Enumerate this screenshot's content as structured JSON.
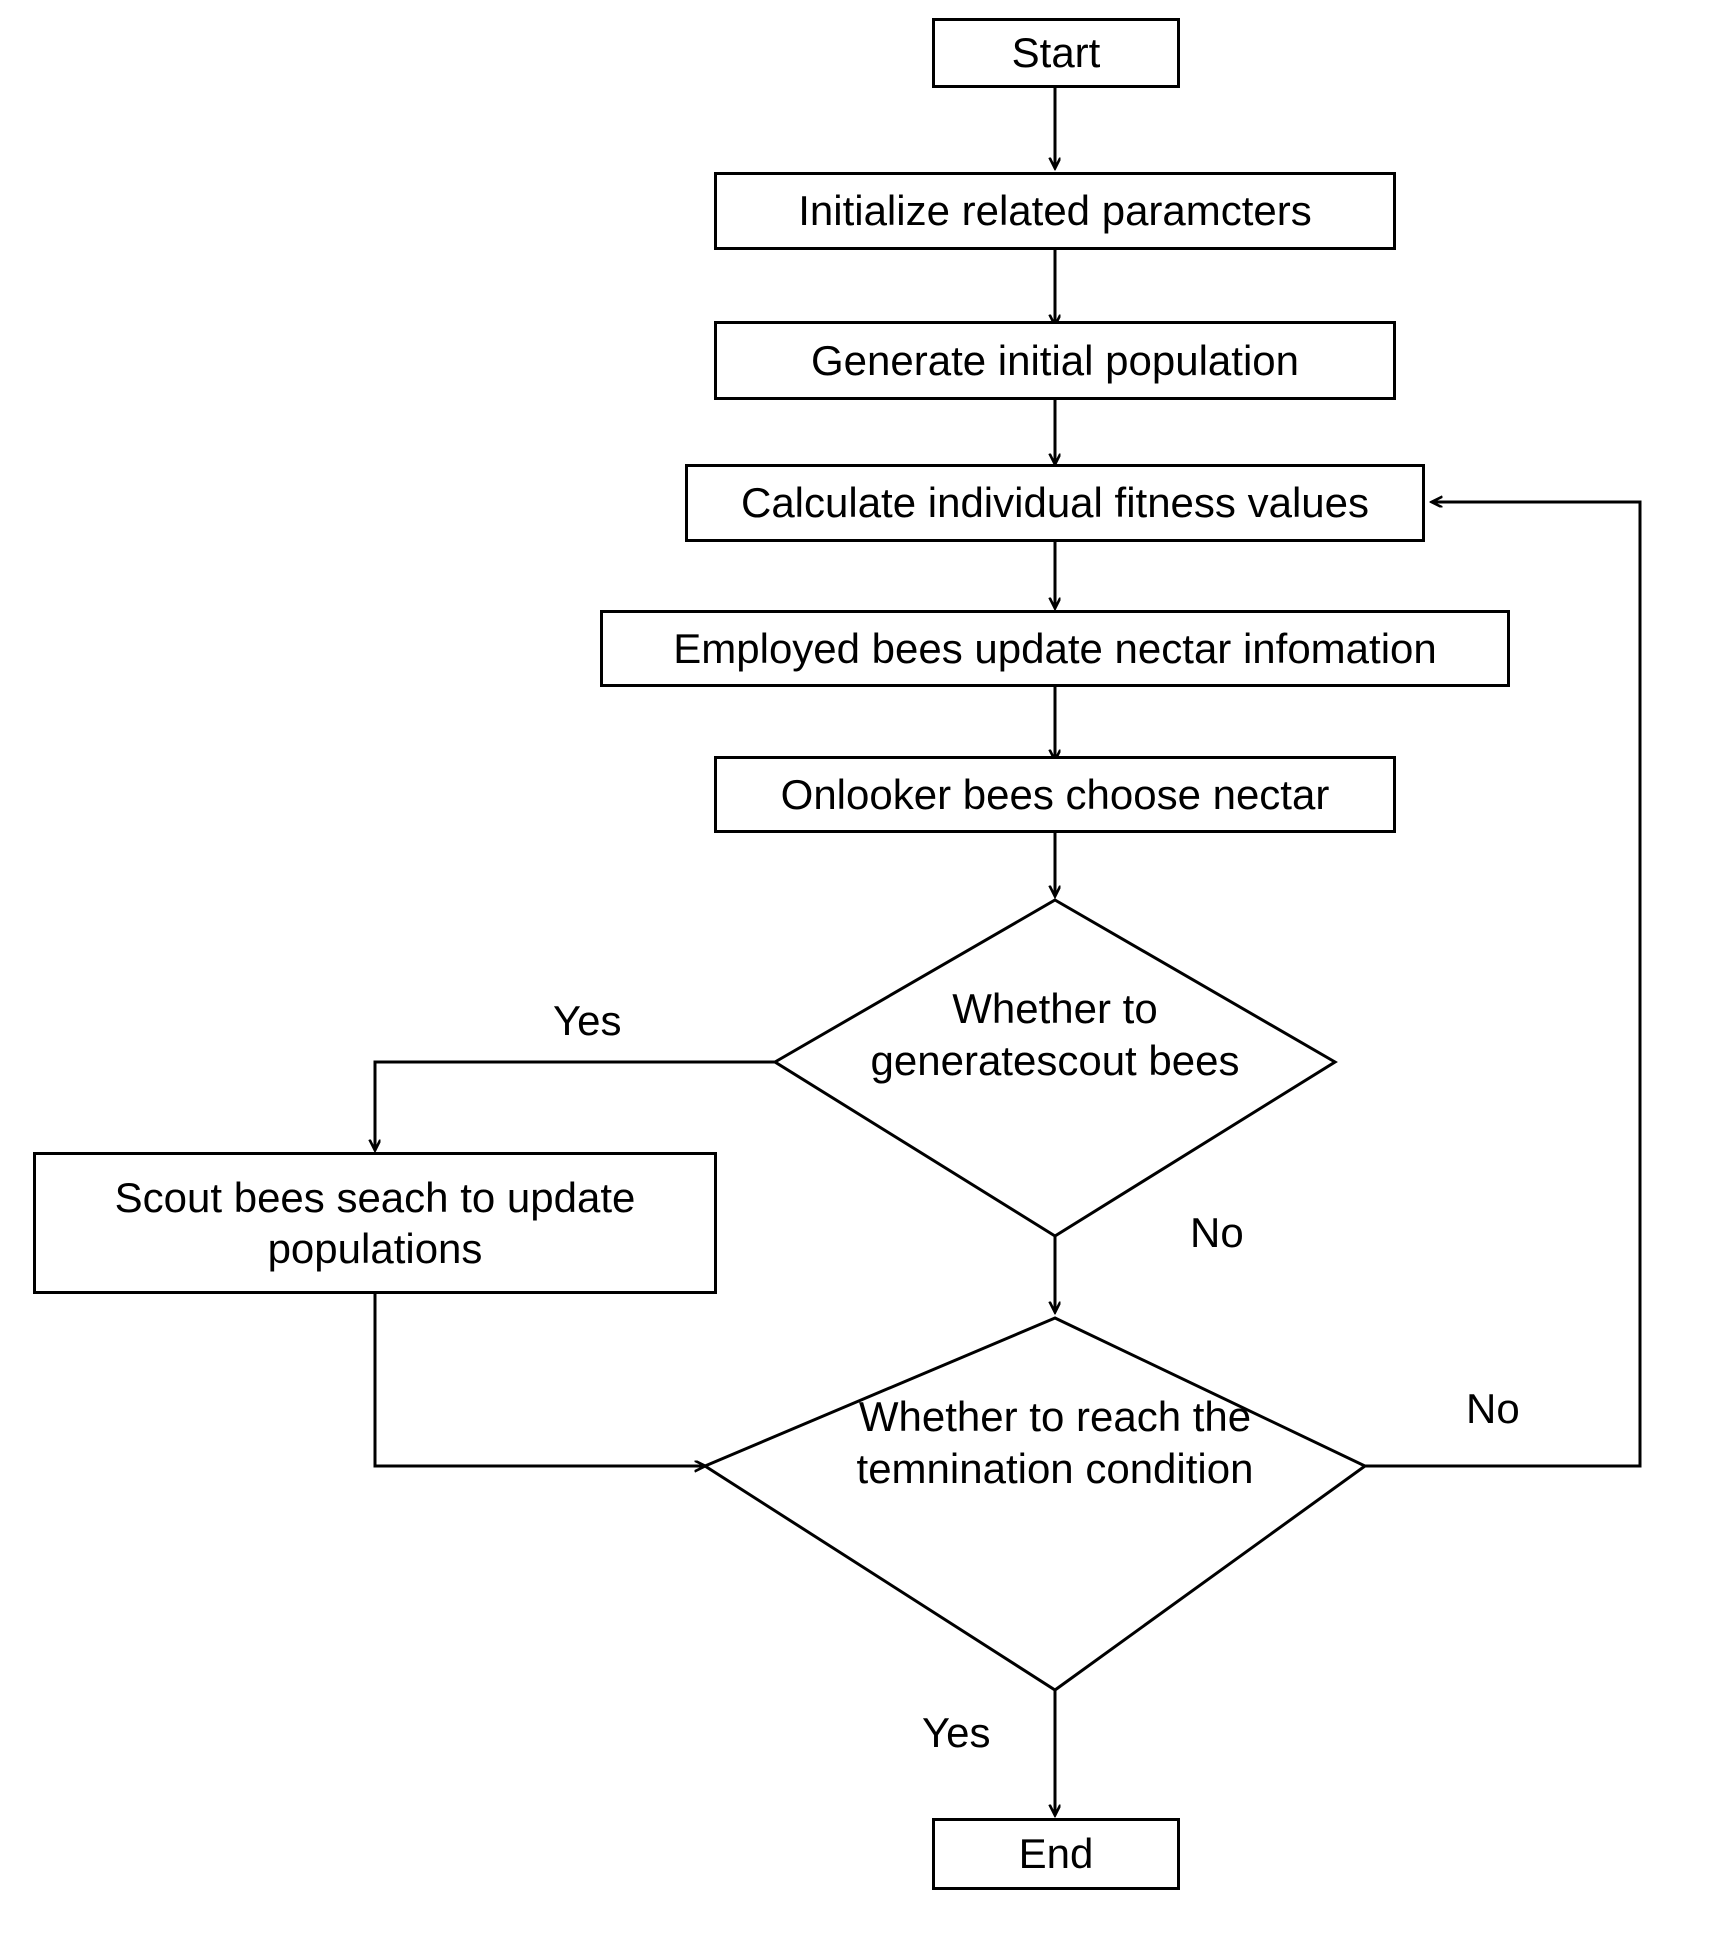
{
  "diagram": {
    "type": "flowchart",
    "title": "Artificial Bee Colony algorithm flowchart",
    "background_color": "#ffffff",
    "line_color": "#000000",
    "text_color": "#000000",
    "nodes": [
      {
        "id": "start",
        "shape": "rectangle",
        "label": "Start"
      },
      {
        "id": "init",
        "shape": "rectangle",
        "label": "Initialize related paramcters"
      },
      {
        "id": "population",
        "shape": "rectangle",
        "label": "Generate initial population"
      },
      {
        "id": "fitness",
        "shape": "rectangle",
        "label": "Calculate individual fitness values"
      },
      {
        "id": "employed",
        "shape": "rectangle",
        "label": "Employed bees update nectar infomation"
      },
      {
        "id": "onlooker",
        "shape": "rectangle",
        "label": "Onlooker bees choose nectar"
      },
      {
        "id": "scout_decision",
        "shape": "diamond",
        "label_line1": "Whether to",
        "label_line2": "generatescout bees"
      },
      {
        "id": "scout_update",
        "shape": "rectangle",
        "label_line1": "Scout bees seach to update",
        "label_line2": "populations"
      },
      {
        "id": "termination",
        "shape": "diamond",
        "label_line1": "Whether to reach the",
        "label_line2": "temnination condition"
      },
      {
        "id": "end",
        "shape": "rectangle",
        "label": "End"
      }
    ],
    "edge_labels": {
      "scout_yes": "Yes",
      "scout_no": "No",
      "termination_no": "No",
      "termination_yes": "Yes"
    }
  }
}
